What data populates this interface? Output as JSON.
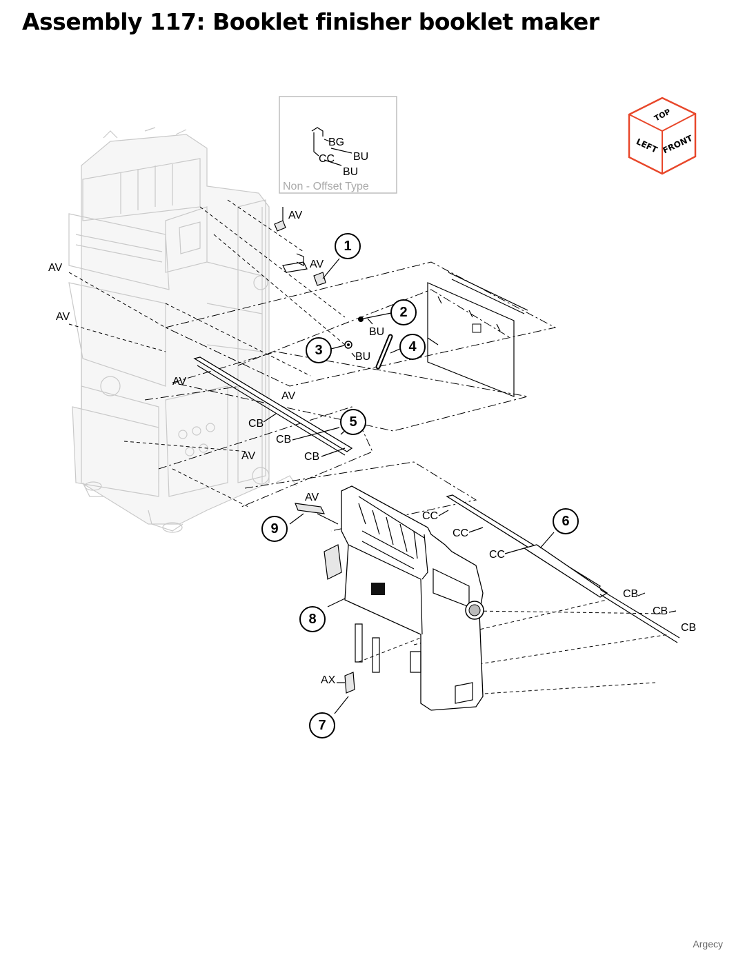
{
  "page": {
    "title": "Assembly 117: Booklet finisher booklet maker",
    "watermark": "Argecy"
  },
  "inset": {
    "labels": [
      "BG",
      "BU",
      "CC",
      "BU"
    ],
    "caption": "Non - Offset Type"
  },
  "orientation_cube": {
    "top": "TOP",
    "left": "LEFT",
    "front": "FRONT",
    "accent_color": "#e8472a"
  },
  "callouts": [
    "1",
    "2",
    "3",
    "4",
    "5",
    "6",
    "7",
    "8",
    "9"
  ],
  "labels": {
    "av": "AV",
    "bu": "BU",
    "cb": "CB",
    "cc": "CC",
    "ax": "AX"
  }
}
